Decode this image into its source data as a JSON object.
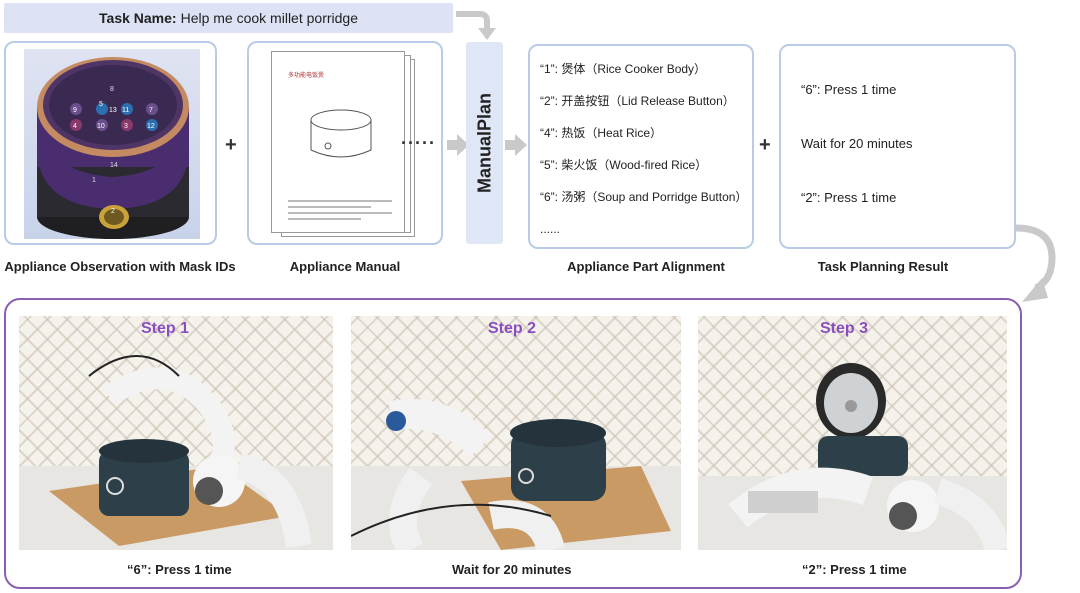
{
  "task": {
    "label": "Task Name:",
    "value": "Help me cook millet porridge"
  },
  "observation": {
    "caption": "Appliance Observation with Mask IDs",
    "mask_ids": [
      "8",
      "9",
      "5",
      "13",
      "11",
      "7",
      "4",
      "10",
      "3",
      "12",
      "14",
      "1",
      "2"
    ]
  },
  "manual": {
    "caption": "Appliance Manual",
    "page_title": "多功能电饭煲",
    "ellipsis": "·····"
  },
  "manualplan": {
    "label": "ManualPlan"
  },
  "alignment": {
    "caption": "Appliance Part Alignment",
    "items": [
      "“1”: 煲体（Rice Cooker Body）",
      "“2”: 开盖按钮（Lid Release Button）",
      "“4”: 热饭（Heat Rice）",
      "“5”: 柴火饭（Wood-fired Rice）",
      "“6”: 汤粥（Soup and Porridge Button）",
      "......"
    ]
  },
  "planning": {
    "caption": "Task Planning Result",
    "items": [
      "“6”: Press 1 time",
      "Wait for 20 minutes",
      "“2”: Press 1 time"
    ]
  },
  "plus": "+",
  "steps": [
    {
      "label": "Step 1",
      "caption": "“6”: Press 1 time"
    },
    {
      "label": "Step 2",
      "caption": "Wait for 20 minutes"
    },
    {
      "label": "Step 3",
      "caption": "“2”: Press 1 time"
    }
  ],
  "colors": {
    "task_bar": "#dde3f4",
    "panel_border": "#b9cbe6",
    "manualplan_box": "#dfe6f5",
    "frame_purple": "#8a5fb0",
    "step_label": "#8a4ec0",
    "arrow_gray": "#c9c9c9"
  }
}
